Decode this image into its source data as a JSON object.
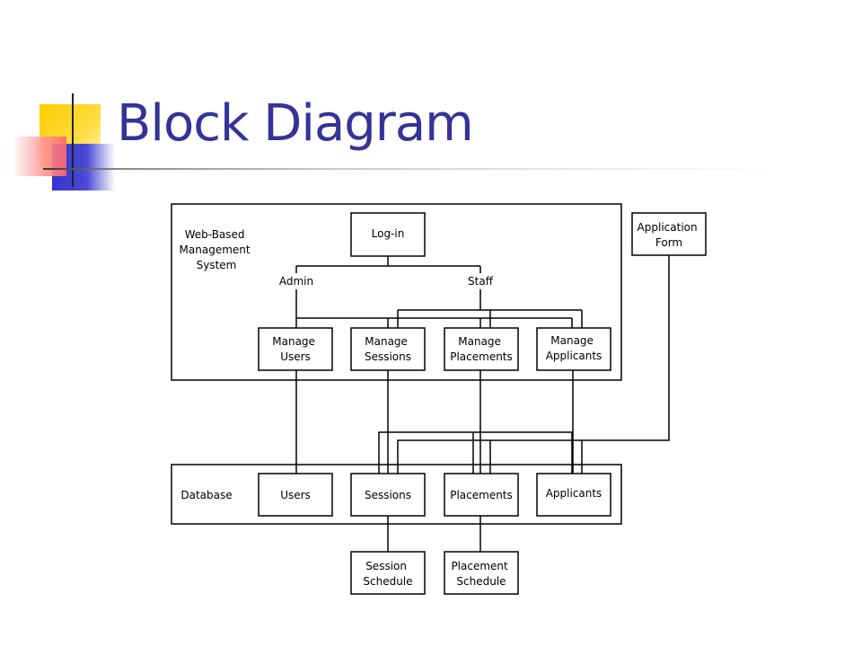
{
  "slide": {
    "title": "Block Diagram",
    "colors": {
      "title": "#333399",
      "accent_yellow": "#ffcc00",
      "accent_blue": "#3333cc",
      "accent_red": "#ff6666"
    }
  },
  "diagram": {
    "system": {
      "label_line1": "Web-Based",
      "label_line2": "Management",
      "label_line3": "System"
    },
    "login": {
      "label": "Log-in"
    },
    "roles": {
      "admin": "Admin",
      "staff": "Staff"
    },
    "modules": {
      "users": {
        "line1": "Manage",
        "line2": "Users"
      },
      "sessions": {
        "line1": "Manage",
        "line2": "Sessions"
      },
      "placements": {
        "line1": "Manage",
        "line2": "Placements"
      },
      "applicants": {
        "line1": "Manage",
        "line2": "Applicants"
      }
    },
    "application_form": {
      "line1": "Application",
      "line2": "Form"
    },
    "database": {
      "label": "Database",
      "tables": {
        "users": "Users",
        "sessions": "Sessions",
        "placements": "Placements",
        "applicants": "Applicants"
      }
    },
    "session_schedule": {
      "line1": "Session",
      "line2": "Schedule"
    },
    "placement_schedule": {
      "line1": "Placement",
      "line2": "Schedule"
    }
  }
}
